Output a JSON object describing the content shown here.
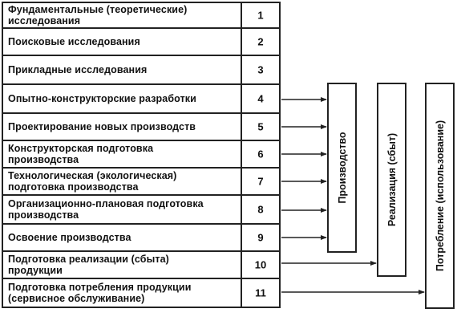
{
  "stages": [
    {
      "label": "Фундаментальные (теоретические)\nисследования",
      "number": "1"
    },
    {
      "label": "Поисковые исследования",
      "number": "2"
    },
    {
      "label": "Прикладные исследования",
      "number": "3"
    },
    {
      "label": "Опытно-конструкторские разработки",
      "number": "4"
    },
    {
      "label": "Проектирование новых производств",
      "number": "5"
    },
    {
      "label": "Конструкторская подготовка\nпроизводства",
      "number": "6"
    },
    {
      "label": "Технологическая (экологическая)\nподготовка производства",
      "number": "7"
    },
    {
      "label": "Организационно-плановая подготовка\nпроизводства",
      "number": "8"
    },
    {
      "label": "Освоение производства",
      "number": "9"
    },
    {
      "label": "Подготовка реализации (сбыта)\nпродукции",
      "number": "10"
    },
    {
      "label": "Подготовка потребления продукции\n(сервисное обслуживание)",
      "number": "11"
    }
  ],
  "phases": {
    "production": "Производство",
    "sales": "Реализация (сбыт)",
    "consumption": "Потребление (использование)"
  },
  "connections": [
    {
      "from": "4",
      "to": "production"
    },
    {
      "from": "5",
      "to": "production"
    },
    {
      "from": "6",
      "to": "production"
    },
    {
      "from": "7",
      "to": "production"
    },
    {
      "from": "8",
      "to": "production"
    },
    {
      "from": "9",
      "to": "production"
    },
    {
      "from": "10",
      "to": "sales"
    },
    {
      "from": "11",
      "to": "consumption"
    }
  ]
}
